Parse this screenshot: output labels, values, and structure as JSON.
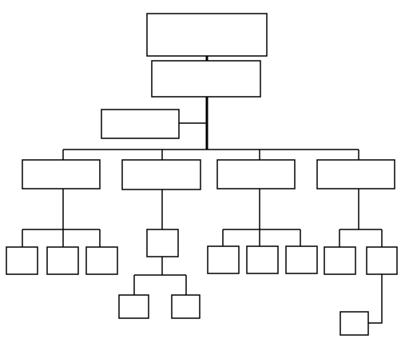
{
  "diagram": {
    "type": "org-chart",
    "colors": {
      "line": "#000000",
      "box_fill": "#ffffff"
    },
    "nodes": [
      {
        "id": "top",
        "parent": null,
        "label": ""
      },
      {
        "id": "level-2",
        "parent": "top",
        "label": ""
      },
      {
        "id": "side-box",
        "parent": "level-2",
        "label": ""
      },
      {
        "id": "dept-1",
        "parent": "level-2",
        "label": ""
      },
      {
        "id": "dept-2",
        "parent": "level-2",
        "label": ""
      },
      {
        "id": "dept-3",
        "parent": "level-2",
        "label": ""
      },
      {
        "id": "dept-4",
        "parent": "level-2",
        "label": ""
      },
      {
        "id": "d1-a",
        "parent": "dept-1",
        "label": ""
      },
      {
        "id": "d1-b",
        "parent": "dept-1",
        "label": ""
      },
      {
        "id": "d1-c",
        "parent": "dept-1",
        "label": ""
      },
      {
        "id": "d2-a",
        "parent": "dept-2",
        "label": ""
      },
      {
        "id": "d2-a-1",
        "parent": "d2-a",
        "label": ""
      },
      {
        "id": "d2-a-2",
        "parent": "d2-a",
        "label": ""
      },
      {
        "id": "d3-a",
        "parent": "dept-3",
        "label": ""
      },
      {
        "id": "d3-b",
        "parent": "dept-3",
        "label": ""
      },
      {
        "id": "d3-c",
        "parent": "dept-3",
        "label": ""
      },
      {
        "id": "d4-a",
        "parent": "dept-4",
        "label": ""
      },
      {
        "id": "d4-b",
        "parent": "dept-4",
        "label": ""
      },
      {
        "id": "d4-b-1",
        "parent": "d4-b",
        "label": ""
      }
    ]
  }
}
